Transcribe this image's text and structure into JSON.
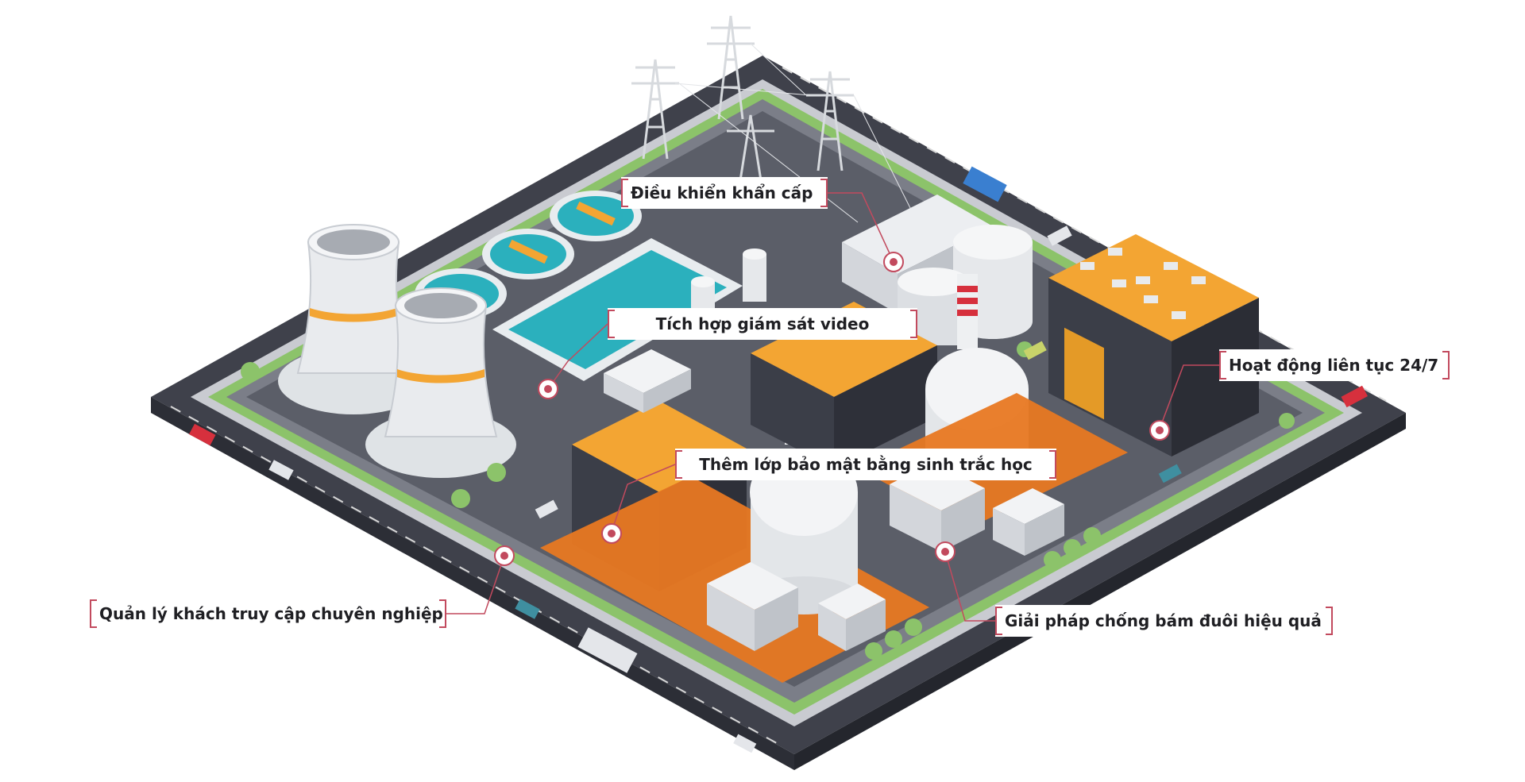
{
  "callouts": {
    "emergency_control": "Điều khiển khẩn cấp",
    "video_surveillance": "Tích hợp giám sát video",
    "continuous_operation": "Hoạt động liên tục 24/7",
    "biometric_security": "Thêm lớp bảo mật bằng sinh trắc học",
    "visitor_management": "Quản lý khách truy cập chuyên nghiệp",
    "anti_tailgating": "Giải pháp chống bám đuôi hiệu quả"
  },
  "colors": {
    "accent": "#c24a5e",
    "roof_yellow": "#f3a533",
    "water": "#2bb0bd",
    "road": "#4b4d57",
    "grass": "#8cc36a"
  }
}
